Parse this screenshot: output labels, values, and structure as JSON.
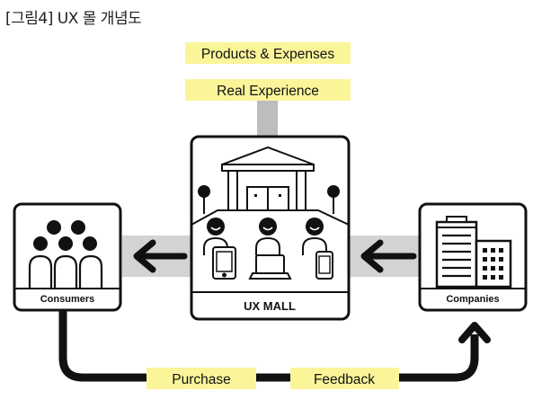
{
  "figure": {
    "title": "[그림4] UX 몰 개념도"
  },
  "labels": {
    "products_expenses": "Products & Expenses",
    "real_experience": "Real Experience",
    "consumers": "Consumers",
    "ux_mall": "UX MALL",
    "companies": "Companies",
    "purchase": "Purchase",
    "feedback": "Feedback"
  },
  "colors": {
    "highlight": "#fbf59a",
    "connector_gray": "#bdbdbd",
    "stroke": "#111111",
    "background": "#ffffff"
  }
}
